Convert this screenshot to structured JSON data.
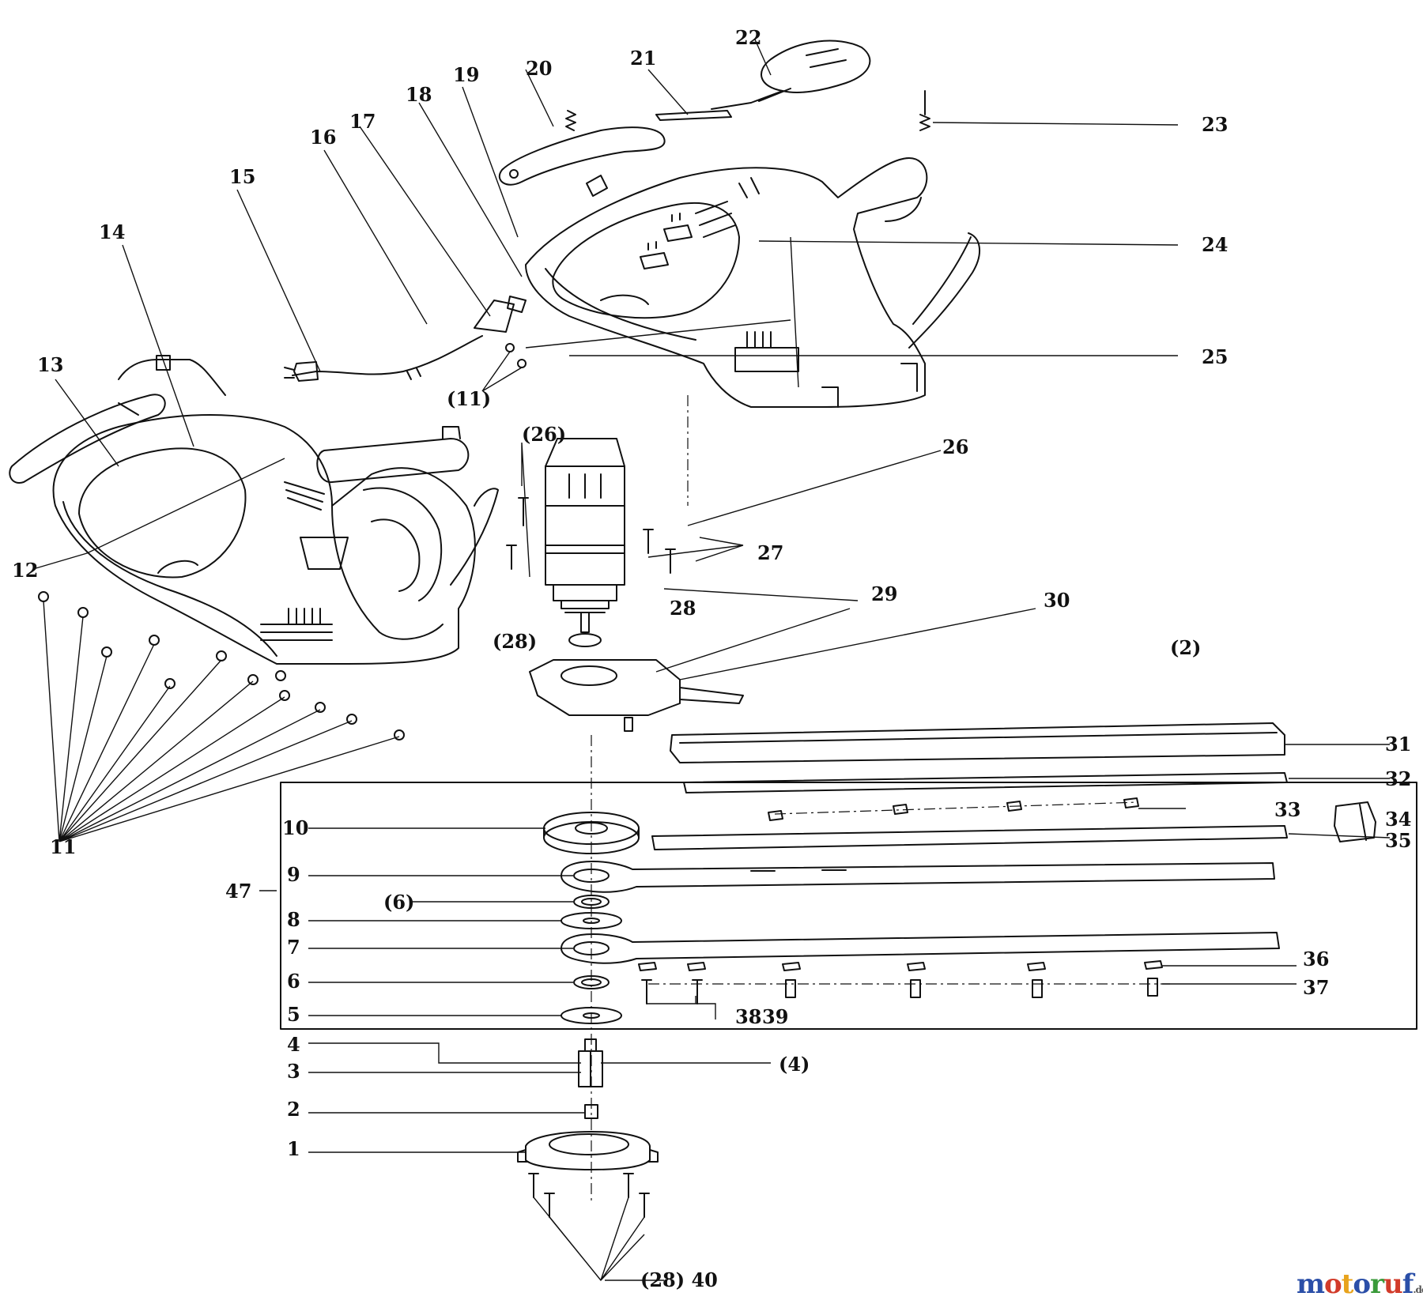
{
  "diagram": {
    "labels": {
      "l1": "1",
      "l2": "2",
      "l3": "3",
      "l4": "4",
      "l5": "5",
      "l6": "6",
      "l7": "7",
      "l8": "8",
      "l9": "9",
      "l10": "10",
      "l11": "11",
      "l11p": "(11)",
      "l12": "12",
      "l13": "13",
      "l14": "14",
      "l15": "15",
      "l16": "16",
      "l17": "17",
      "l18": "18",
      "l19": "19",
      "l20": "20",
      "l21": "21",
      "l22": "22",
      "l23": "23",
      "l24": "24",
      "l25": "25",
      "l26": "26",
      "l26p": "(26)",
      "l27": "27",
      "l28": "28",
      "l28p": "(28)",
      "l29": "29",
      "l30": "30",
      "l2p": "(2)",
      "l31": "31",
      "l32": "32",
      "l33": "33",
      "l34": "34",
      "l35": "35",
      "l36": "36",
      "l37": "37",
      "l38": "38",
      "l39": "39",
      "l4p": "(4)",
      "l6p": "(6)",
      "l47": "47",
      "l2840": "(28) 40"
    }
  },
  "watermark": {
    "text": "motoruf",
    "suffix": ".de",
    "colors": [
      "#2b4fa8",
      "#d23b2a",
      "#e8a31c",
      "#2b4fa8",
      "#3a9a3a",
      "#d23b2a",
      "#2b4fa8"
    ]
  }
}
